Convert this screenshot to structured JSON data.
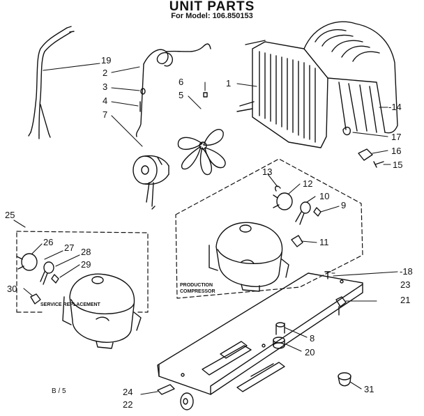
{
  "header": {
    "title": "UNIT PARTS",
    "subtitle": "For Model: 106.850153"
  },
  "captions": {
    "production": "PRODUCTION",
    "compressor": "COMPRESSOR",
    "service": "SERVICE REPLACEMENT",
    "page_ref": "B / 5"
  },
  "callouts": [
    "1",
    "2",
    "3",
    "4",
    "5",
    "6",
    "7",
    "8",
    "9",
    "10",
    "11",
    "12",
    "13",
    "-14",
    "15",
    "16",
    "17",
    "-18",
    "19",
    "20",
    "21",
    "22",
    "23",
    "24",
    "25",
    "26",
    "27",
    "28",
    "29",
    "30",
    "31"
  ]
}
